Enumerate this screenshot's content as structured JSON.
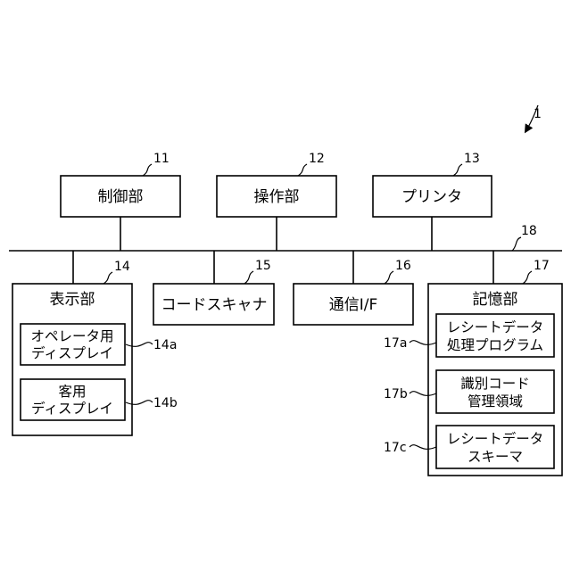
{
  "system_ref": "1",
  "blocks": {
    "control": {
      "label": "制御部",
      "ref": "11"
    },
    "operation": {
      "label": "操作部",
      "ref": "12"
    },
    "printer": {
      "label": "プリンタ",
      "ref": "13"
    },
    "display": {
      "label": "表示部",
      "ref": "14"
    },
    "code_scanner": {
      "label": "コードスキャナ",
      "ref": "15"
    },
    "comm_if": {
      "label": "通信I/F",
      "ref": "16"
    },
    "storage": {
      "label": "記憶部",
      "ref": "17"
    },
    "bus": {
      "ref": "18"
    }
  },
  "display_sub": {
    "operator": {
      "line1": "オペレータ用",
      "line2": "ディスプレイ",
      "ref": "14a"
    },
    "customer": {
      "line1": "客用",
      "line2": "ディスプレイ",
      "ref": "14b"
    }
  },
  "storage_sub": {
    "receipt_program": {
      "line1": "レシートデータ",
      "line2": "処理プログラム",
      "ref": "17a"
    },
    "id_code_area": {
      "line1": "識別コード",
      "line2": "管理領域",
      "ref": "17b"
    },
    "receipt_schema": {
      "line1": "レシートデータ",
      "line2": "スキーマ",
      "ref": "17c"
    }
  }
}
